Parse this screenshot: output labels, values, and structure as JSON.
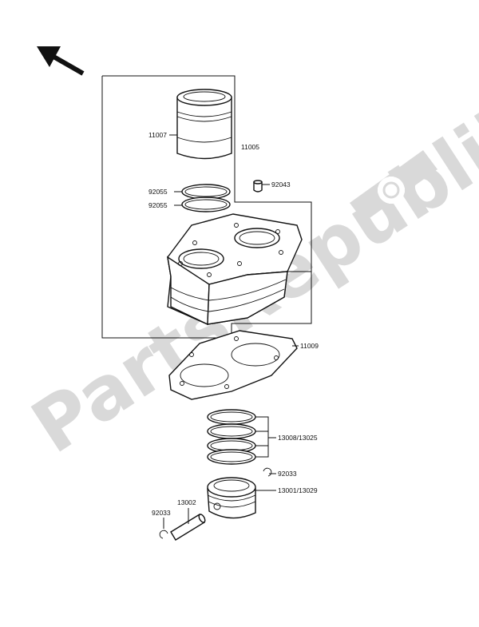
{
  "watermark": {
    "text": "PartsRepublik",
    "color": "#d6d6d6",
    "icon": "gear-icon"
  },
  "labels": {
    "cyl_liner": "11007",
    "cyl_block": "11005",
    "ring_upper": "92055",
    "ring_lower": "92055",
    "dowel": "92043",
    "gasket": "11009",
    "piston_rings": "13008/13025",
    "circlip_upper": "92033",
    "piston": "13001/13029",
    "pin": "13002",
    "circlip_lower": "92033"
  },
  "icons": {
    "direction": "arrow-up-left-icon"
  }
}
